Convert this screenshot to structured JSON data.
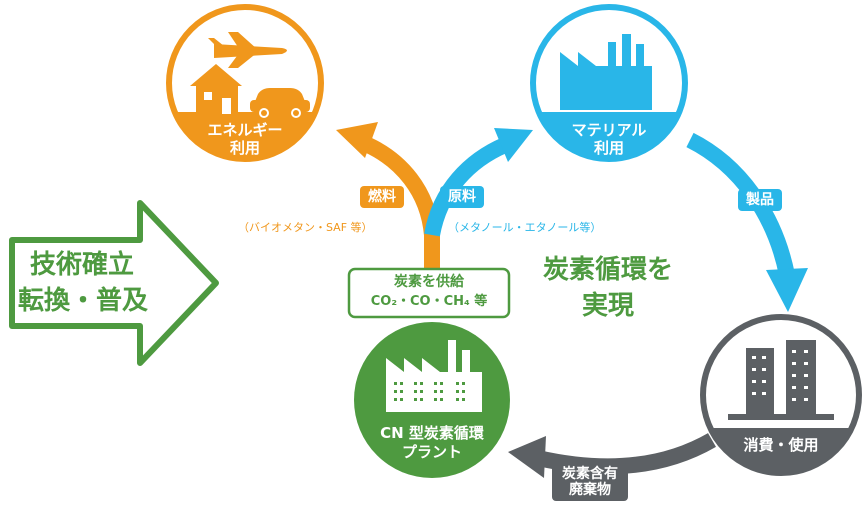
{
  "colors": {
    "energy": "#f0971c",
    "material": "#29b6e8",
    "plant": "#4e9a40",
    "consume": "#5c6064",
    "headline": "#4e9a40"
  },
  "arrow_block": {
    "line1": "技術確立",
    "line2": "転換・普及"
  },
  "energy": {
    "label_line1": "エネルギー",
    "label_line2": "利用",
    "icons": [
      "airplane-icon",
      "house-icon",
      "car-icon"
    ]
  },
  "material": {
    "label_line1": "マテリアル",
    "label_line2": "利用",
    "icons": [
      "factory-icon"
    ]
  },
  "consume": {
    "label": "消費・使用",
    "icons": [
      "buildings-icon"
    ]
  },
  "plant": {
    "label_line1": "CN 型炭素循環",
    "label_line2": "プラント",
    "icons": [
      "factory-icon"
    ]
  },
  "tags": {
    "fuel": "燃料",
    "raw": "原料",
    "product": "製品",
    "waste_line1": "炭素含有",
    "waste_line2": "廃棄物"
  },
  "notes": {
    "fuel": "（バイオメタン・SAF 等）",
    "raw": "（メタノール・エタノール等）"
  },
  "supply": {
    "line1": "炭素を供給",
    "line2": "CO₂・CO・CH₄ 等"
  },
  "headline": {
    "line1": "炭素循環を",
    "line2": "実現"
  }
}
